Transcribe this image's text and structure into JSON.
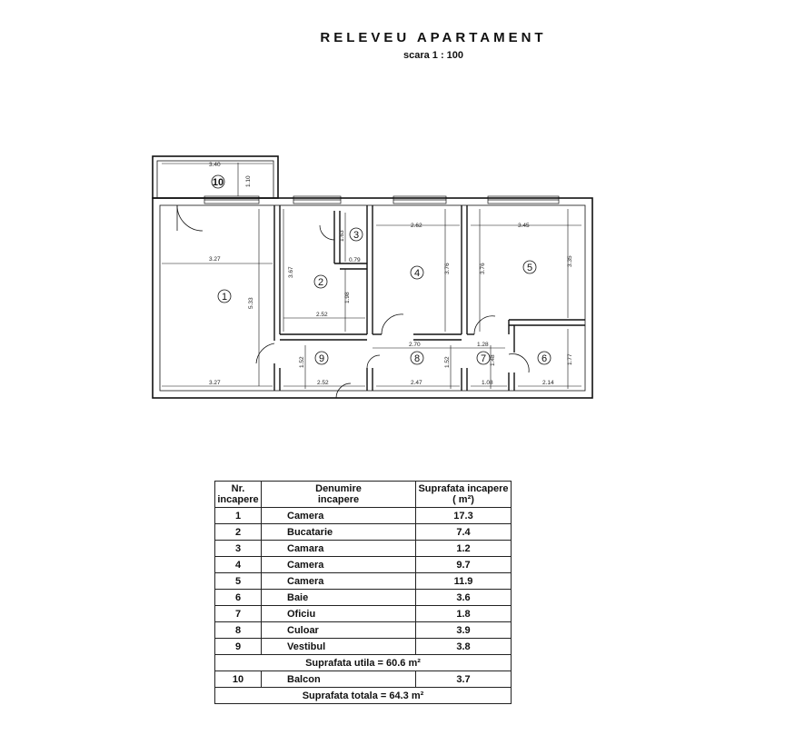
{
  "header": {
    "title": "RELEVEU APARTAMENT",
    "scale": "scara 1 : 100"
  },
  "plan": {
    "rooms": [
      {
        "number": "1"
      },
      {
        "number": "2"
      },
      {
        "number": "3"
      },
      {
        "number": "4"
      },
      {
        "number": "5"
      },
      {
        "number": "6"
      },
      {
        "number": "7"
      },
      {
        "number": "8"
      },
      {
        "number": "9"
      },
      {
        "number": "10"
      }
    ],
    "dimensions": [
      "3.40",
      "1.10",
      "3.27",
      "5.33",
      "3.27",
      "3.67",
      "1.98",
      "2.52",
      "1.63",
      "0.79",
      "2.62",
      "3.76",
      "3.45",
      "3.76",
      "3.35",
      "2.70",
      "1.28",
      "1.52",
      "2.52",
      "1.52",
      "2.47",
      "1.48",
      "1.08",
      "2.14",
      "1.77"
    ]
  },
  "table": {
    "headers": {
      "nr": [
        "Nr.",
        "incapere"
      ],
      "name": [
        "Denumire",
        "incapere"
      ],
      "area": [
        "Suprafata incapere",
        "( m²)"
      ]
    },
    "rows": [
      {
        "nr": "1",
        "name": "Camera",
        "area": "17.3"
      },
      {
        "nr": "2",
        "name": "Bucatarie",
        "area": "7.4"
      },
      {
        "nr": "3",
        "name": "Camara",
        "area": "1.2"
      },
      {
        "nr": "4",
        "name": "Camera",
        "area": "9.7"
      },
      {
        "nr": "5",
        "name": "Camera",
        "area": "11.9"
      },
      {
        "nr": "6",
        "name": "Baie",
        "area": "3.6"
      },
      {
        "nr": "7",
        "name": "Oficiu",
        "area": "1.8"
      },
      {
        "nr": "8",
        "name": "Culoar",
        "area": "3.9"
      },
      {
        "nr": "9",
        "name": "Vestibul",
        "area": "3.8"
      }
    ],
    "useful_area": "Suprafata utila = 60.6 m²",
    "balcony": {
      "nr": "10",
      "name": "Balcon",
      "area": "3.7"
    },
    "total_area": "Suprafata totala = 64.3 m²"
  }
}
